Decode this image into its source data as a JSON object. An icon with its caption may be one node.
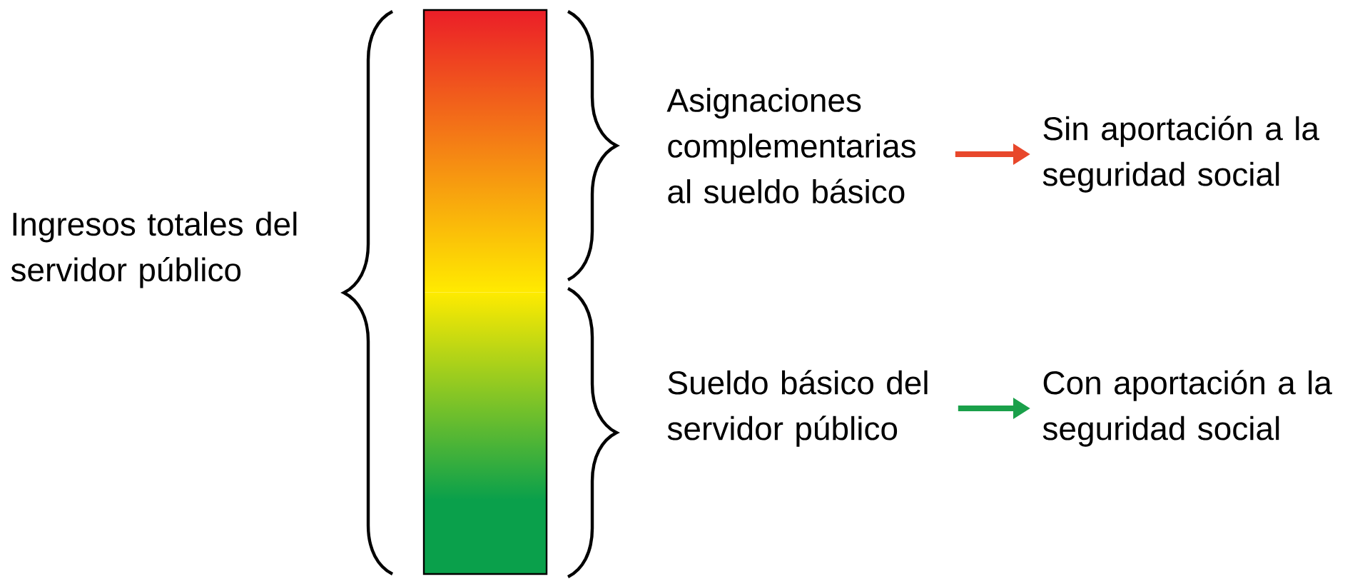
{
  "diagram": {
    "nodes": [
      {
        "text": [
          "Ingresos totales del servidor público"
        ]
      },
      {
        "text": [],
        "shape": "bar"
      },
      {
        "text": [
          "Asignaciones complementarias al sueldo básico"
        ]
      },
      {
        "text": [
          "Sin aportación a la seguridad social"
        ]
      },
      {
        "text": [
          "Sueldo básico del servidor público"
        ]
      },
      {
        "text": [
          "Con aportación a la seguridad social"
        ]
      }
    ],
    "edges": [
      {
        "from": 2,
        "to": 3,
        "arrow": "to",
        "color": "#e8472b"
      },
      {
        "from": 4,
        "to": 5,
        "arrow": "to",
        "color": "#1aa04a"
      }
    ]
  }
}
